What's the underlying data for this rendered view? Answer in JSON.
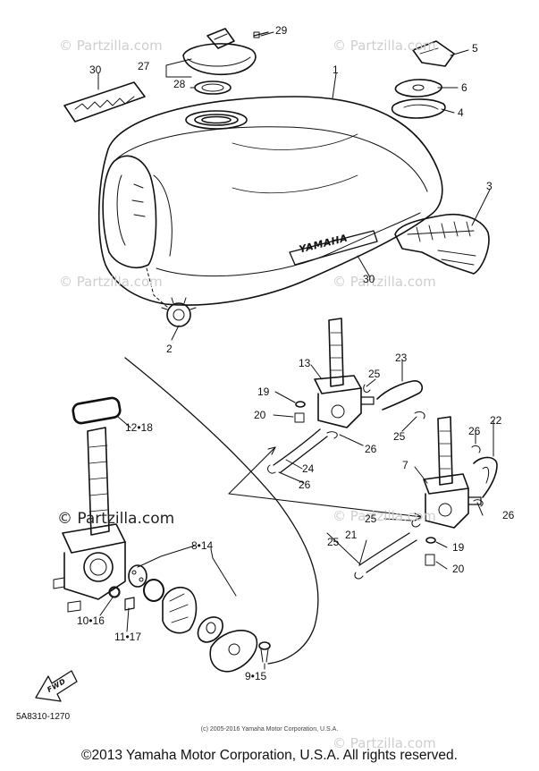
{
  "diagram": {
    "callouts": [
      {
        "id": "c1",
        "text": "1"
      },
      {
        "id": "c2",
        "text": "2"
      },
      {
        "id": "c3",
        "text": "3"
      },
      {
        "id": "c4",
        "text": "4"
      },
      {
        "id": "c5",
        "text": "5"
      },
      {
        "id": "c6",
        "text": "6"
      },
      {
        "id": "c7",
        "text": "7"
      },
      {
        "id": "c8-14",
        "text": "8•14"
      },
      {
        "id": "c9-15",
        "text": "9•15"
      },
      {
        "id": "c10-16",
        "text": "10•16"
      },
      {
        "id": "c11-17",
        "text": "11•17"
      },
      {
        "id": "c12-18",
        "text": "12•18"
      },
      {
        "id": "c13",
        "text": "13"
      },
      {
        "id": "c19a",
        "text": "19"
      },
      {
        "id": "c19b",
        "text": "19"
      },
      {
        "id": "c20a",
        "text": "20"
      },
      {
        "id": "c20b",
        "text": "20"
      },
      {
        "id": "c21",
        "text": "21"
      },
      {
        "id": "c22",
        "text": "22"
      },
      {
        "id": "c23",
        "text": "23"
      },
      {
        "id": "c24",
        "text": "24"
      },
      {
        "id": "c25a",
        "text": "25"
      },
      {
        "id": "c25b",
        "text": "25"
      },
      {
        "id": "c25c",
        "text": "25"
      },
      {
        "id": "c25d",
        "text": "25"
      },
      {
        "id": "c26a",
        "text": "26"
      },
      {
        "id": "c26b",
        "text": "26"
      },
      {
        "id": "c26c",
        "text": "26"
      },
      {
        "id": "c26d",
        "text": "26"
      },
      {
        "id": "c26e",
        "text": "26"
      },
      {
        "id": "c27",
        "text": "27"
      },
      {
        "id": "c28",
        "text": "28"
      },
      {
        "id": "c29",
        "text": "29"
      },
      {
        "id": "c30a",
        "text": "30"
      },
      {
        "id": "c30b",
        "text": "30"
      }
    ],
    "tank_emblem": "YAMAHA",
    "fwd_marker": "FWD",
    "diagram_code": "5A8310-1270"
  },
  "watermarks": {
    "site": "© Partzilla.com",
    "site_dark": "© Partzilla.com"
  },
  "footer": {
    "small_copyright": "(c) 2005-2016 Yamaha Motor Corporation, U.S.A.",
    "main_copyright": "©2013 Yamaha Motor Corporation, U.S.A. All rights reserved."
  },
  "colors": {
    "ink": "#111111",
    "watermark": "#cfcfcf",
    "background": "#ffffff"
  }
}
